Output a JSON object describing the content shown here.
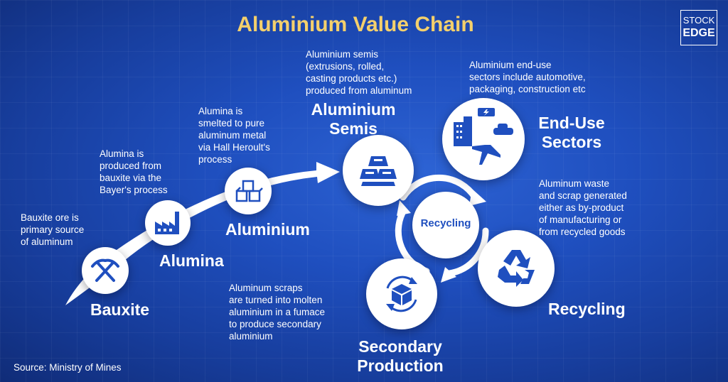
{
  "title": "Aluminium Value Chain",
  "logo": {
    "line1": "STOCK",
    "line2": "EDGE"
  },
  "stages": [
    {
      "id": "bauxite",
      "label": "Bauxite",
      "description": "Bauxite ore is\nprimary source\nof aluminum",
      "icon": "pickaxe-icon"
    },
    {
      "id": "alumina",
      "label": "Alumina",
      "description": "Alumina is\nproduced from\nbauxite via the\nBayer's process",
      "icon": "factory-icon"
    },
    {
      "id": "aluminium",
      "label": "Aluminium",
      "description": "Alumina is\nsmelted to pure\naluminum metal\nvia Hall Heroult's\nprocess",
      "icon": "metal-blocks-icon"
    },
    {
      "id": "semis",
      "label": "Aluminium\nSemis",
      "description": "Aluminium semis\n(extrusions, rolled,\ncasting products etc.)\nproduced from aluminum",
      "icon": "gold-bars-icon"
    },
    {
      "id": "end-use",
      "label": "End-Use\nSectors",
      "description": "Aluminium end-use\nsectors include automotive,\n packaging, construction etc",
      "icon": "sectors-icon"
    },
    {
      "id": "recycling",
      "label": "Recycling",
      "description": "Aluminum waste\nand scrap generated\neither as by-product\nof manufacturing or\nfrom recycled goods",
      "icon": "recycle-icon"
    },
    {
      "id": "secondary",
      "label": "Secondary\nProduction",
      "description": "Aluminum scraps\nare turned into molten\naluminium in a fumace\nto produce secondary\naluminium",
      "icon": "box-cycle-icon"
    }
  ],
  "center_label": "Recycling",
  "source": "Source: Ministry of Mines",
  "colors": {
    "title": "#f4d06c",
    "background": "#1f4fbf",
    "icon": "#1f4fbf"
  }
}
